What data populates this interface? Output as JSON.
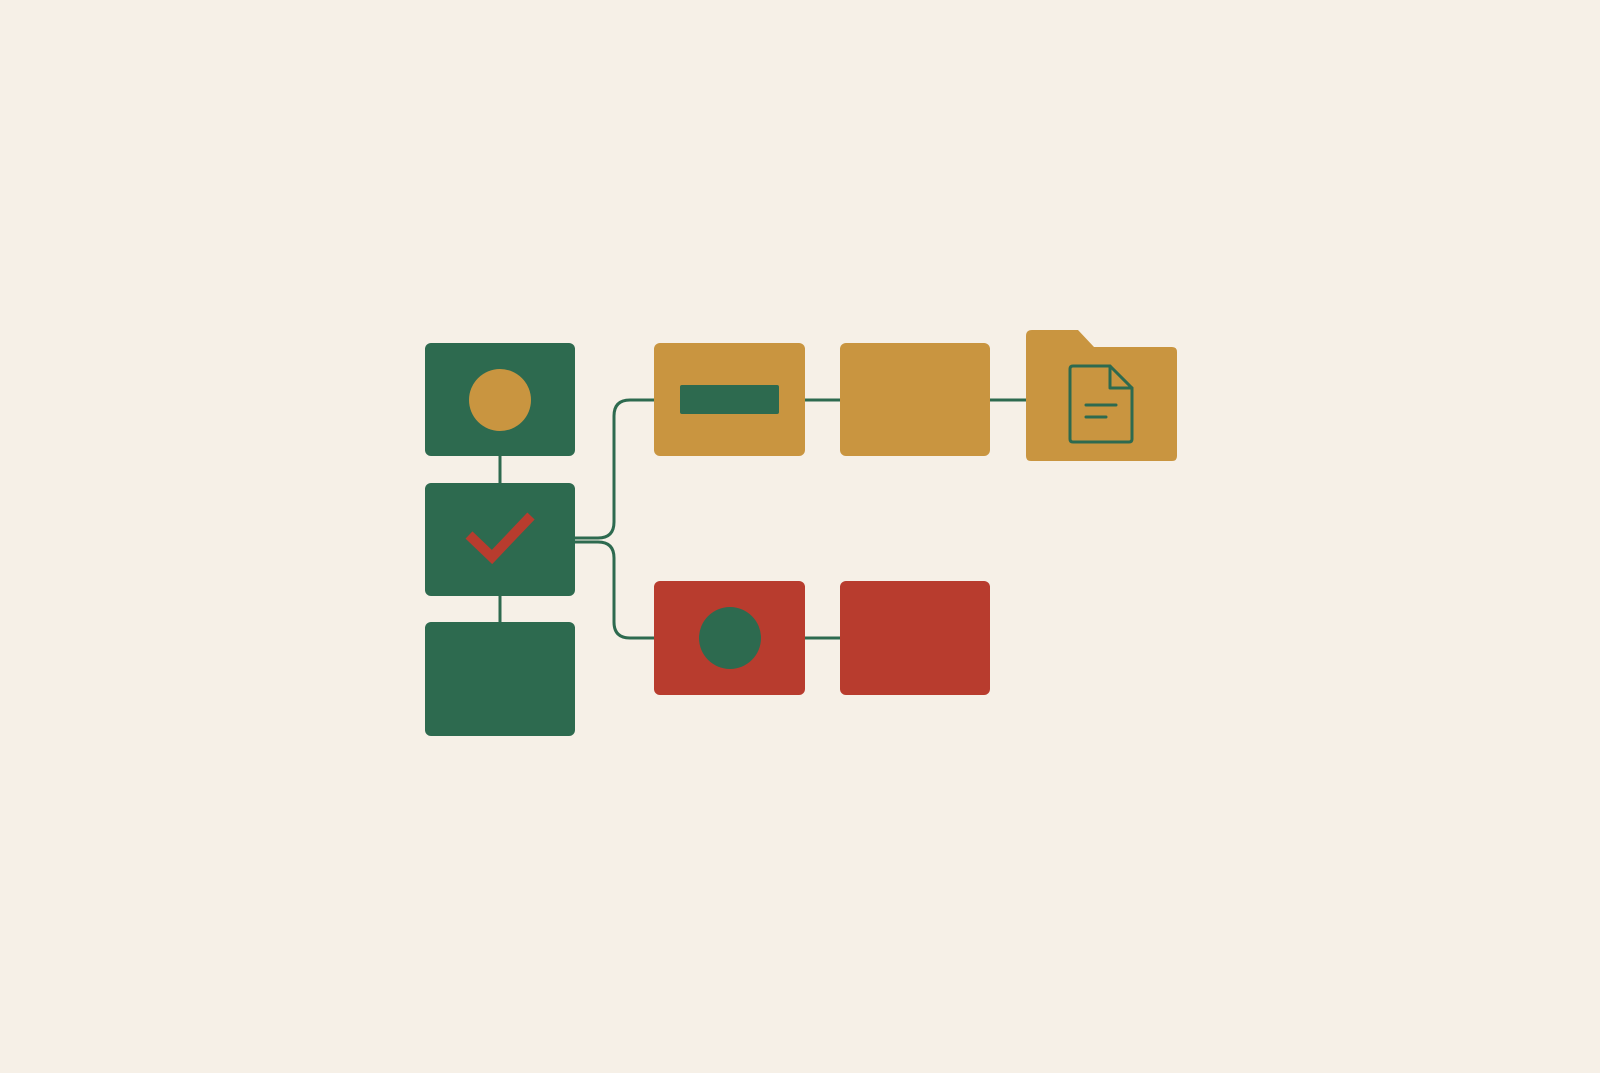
{
  "colors": {
    "background": "#F6F0E7",
    "green": "#2D6A4F",
    "ochre": "#C99540",
    "red": "#B83C2E",
    "connector": "#2D6A4F"
  },
  "nodes": [
    {
      "id": "green-top",
      "color": "green",
      "icon": "circle-icon",
      "icon_color": "ochre"
    },
    {
      "id": "green-middle",
      "color": "green",
      "icon": "checkmark-icon",
      "icon_color": "red"
    },
    {
      "id": "green-bottom",
      "color": "green",
      "icon": "none"
    },
    {
      "id": "ochre-first",
      "color": "ochre",
      "icon": "bar-icon",
      "icon_color": "green"
    },
    {
      "id": "ochre-second",
      "color": "ochre",
      "icon": "none"
    },
    {
      "id": "folder",
      "color": "ochre",
      "shape": "folder",
      "icon": "document-icon",
      "icon_color": "green"
    },
    {
      "id": "red-first",
      "color": "red",
      "icon": "circle-icon",
      "icon_color": "green"
    },
    {
      "id": "red-second",
      "color": "red",
      "icon": "none"
    }
  ],
  "connections": [
    [
      "green-top",
      "green-middle"
    ],
    [
      "green-middle",
      "green-bottom"
    ],
    [
      "green-middle",
      "ochre-first"
    ],
    [
      "green-middle",
      "red-first"
    ],
    [
      "ochre-first",
      "ochre-second"
    ],
    [
      "ochre-second",
      "folder"
    ],
    [
      "red-first",
      "red-second"
    ]
  ]
}
